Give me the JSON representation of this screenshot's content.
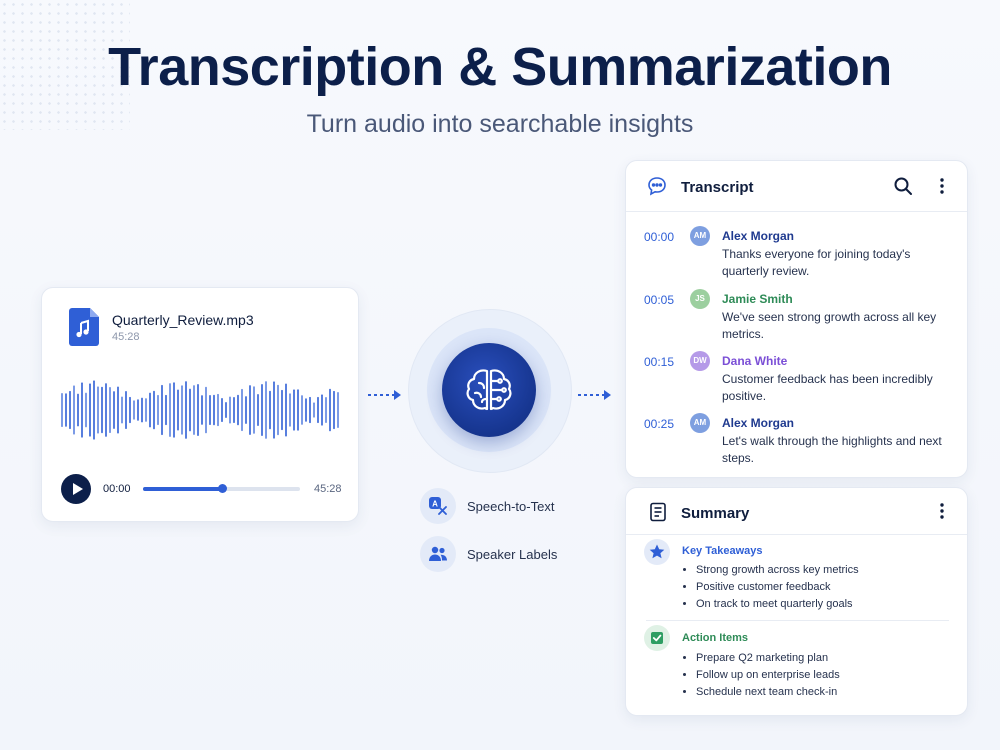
{
  "page": {
    "title": "Transcription & Summarization",
    "subtitle": "Turn audio into searchable insights"
  },
  "audio": {
    "file_name": "Quarterly_Review.mp3",
    "duration": "45:28",
    "current_time": "00:00",
    "total_time": "45:28",
    "progress_fraction": 0.5
  },
  "ai": {
    "icon": "brain-circuit-icon",
    "features": [
      {
        "label": "Speech-to-Text",
        "icon": "translate-icon"
      },
      {
        "label": "Speaker Labels",
        "icon": "people-icon"
      }
    ]
  },
  "transcript": {
    "title": "Transcript",
    "entries": [
      {
        "time": "00:00",
        "initials": "AM",
        "speaker": "Alex Morgan",
        "text": "Thanks everyone for joining today's quarterly review.",
        "avatar_color": "#7e9fe0",
        "name_color": "#1f3a8f"
      },
      {
        "time": "00:05",
        "initials": "JS",
        "speaker": "Jamie Smith",
        "text": "We've seen strong growth across all key metrics.",
        "avatar_color": "#9ccf9f",
        "name_color": "#2e8b57"
      },
      {
        "time": "00:15",
        "initials": "DW",
        "speaker": "Dana White",
        "text": "Customer feedback has been incredibly positive.",
        "avatar_color": "#b59ae8",
        "name_color": "#7b4fd6"
      },
      {
        "time": "00:25",
        "initials": "AM",
        "speaker": "Alex Morgan",
        "text": "Let's walk through the highlights and next steps.",
        "avatar_color": "#7e9fe0",
        "name_color": "#1f3a8f"
      }
    ]
  },
  "summary": {
    "title": "Summary",
    "key_takeaways": {
      "title": "Key Takeaways",
      "icon": "star-icon",
      "items": [
        "Strong growth across key metrics",
        "Positive customer feedback",
        "On track to meet quarterly goals"
      ]
    },
    "action_items": {
      "title": "Action Items",
      "icon": "check-square-icon",
      "items": [
        "Prepare Q2 marketing plan",
        "Follow up on enterprise leads",
        "Schedule next team check-in"
      ]
    }
  },
  "colors": {
    "accent": "#2f5fd6",
    "navy": "#0c1f4a",
    "takeaways": "#2f5fd6",
    "actions": "#2e8b57"
  }
}
